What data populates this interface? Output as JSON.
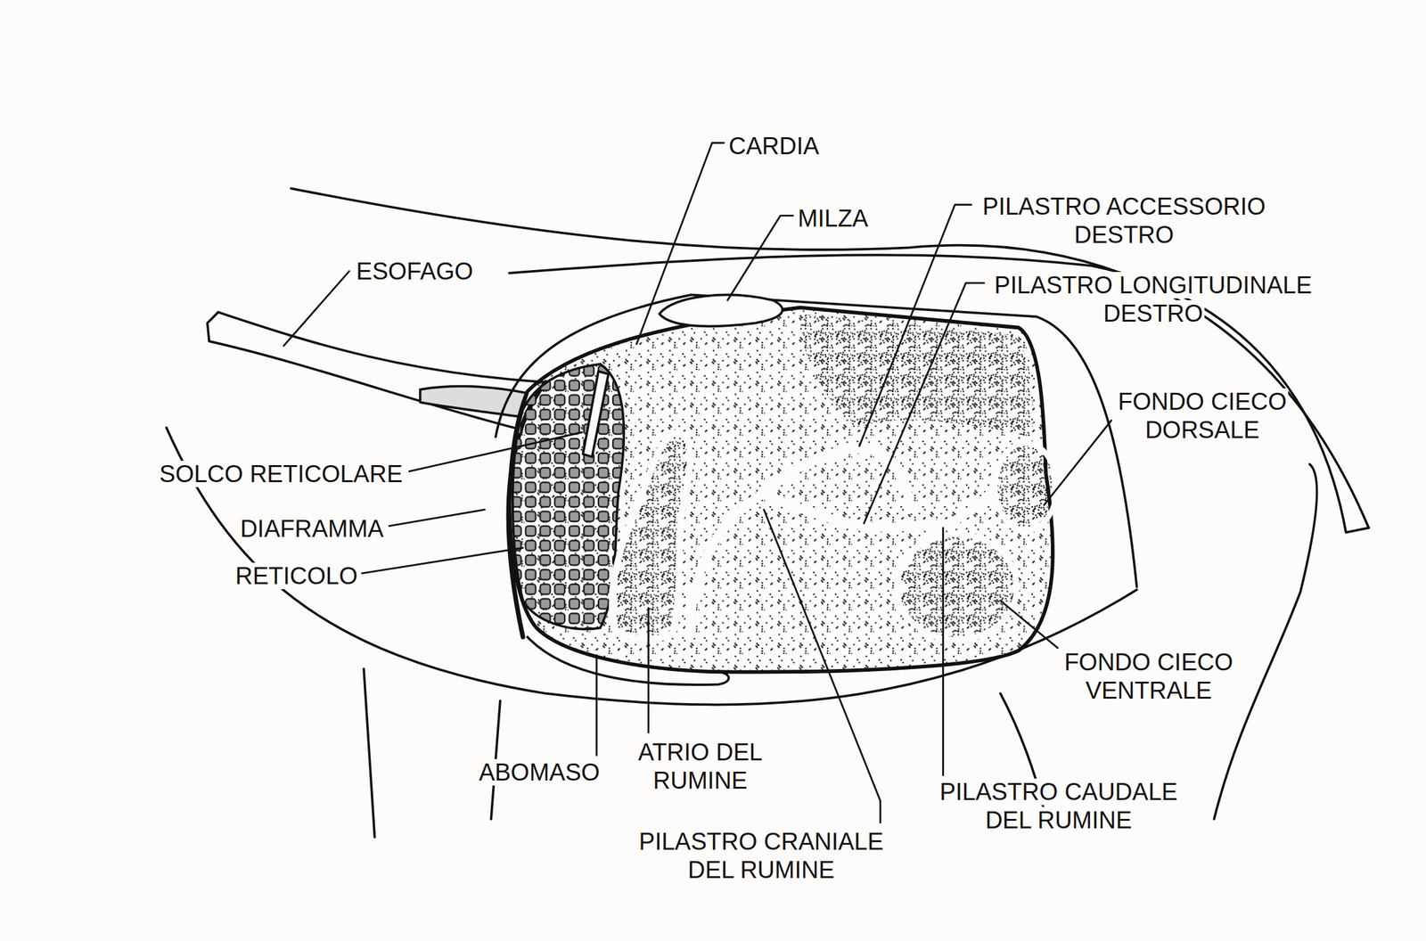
{
  "diagram": {
    "labels": [
      "CARDIA",
      "MILZA",
      "PILASTRO ACCESSORIO DESTRO",
      "ESOFAGO",
      "PILASTRO LONGITUDINALE DESTRO",
      "FONDO CIECO DORSALE",
      "SOLCO RETICOLARE",
      "DIAFRAMMA",
      "RETICOLO",
      "FONDO CIECO VENTRALE",
      "ATRIO DEL RUMINE",
      "ABOMASO",
      "PILASTRO CAUDALE DEL RUMINE",
      "PILASTRO CRANIALE DEL RUMINE"
    ]
  }
}
